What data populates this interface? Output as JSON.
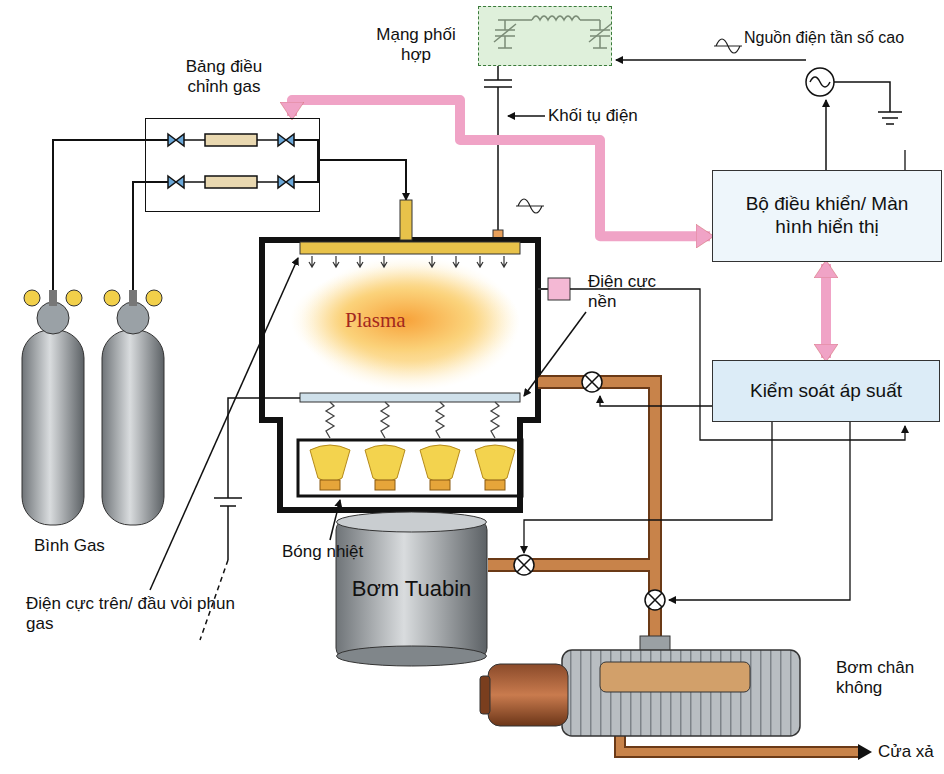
{
  "diagram": {
    "nodes": [
      {
        "text": [
          "Bảng điều chỉnh gas"
        ]
      },
      {
        "text": [
          "Mạng phối hợp"
        ]
      },
      {
        "text": [
          "Bộ điều khiển/ Màn hình hiển thị"
        ]
      },
      {
        "text": [
          "Kiểm soát áp suất"
        ]
      },
      {
        "text": [
          "Bơm Tuabin"
        ]
      }
    ],
    "edges": [
      {
        "from": 0,
        "to": 2,
        "arrow": "both"
      },
      {
        "from": 2,
        "to": 3,
        "arrow": "both"
      }
    ],
    "labels": [
      "Nguồn điện tần số cao",
      "Khối tụ điện",
      "Plasma",
      "Điện cực nền",
      "Bình Gas",
      "Bóng nhiệt",
      "Điện cực trên/ đầu vòi phun gas",
      "Bơm chân không",
      "Cửa xả"
    ]
  }
}
